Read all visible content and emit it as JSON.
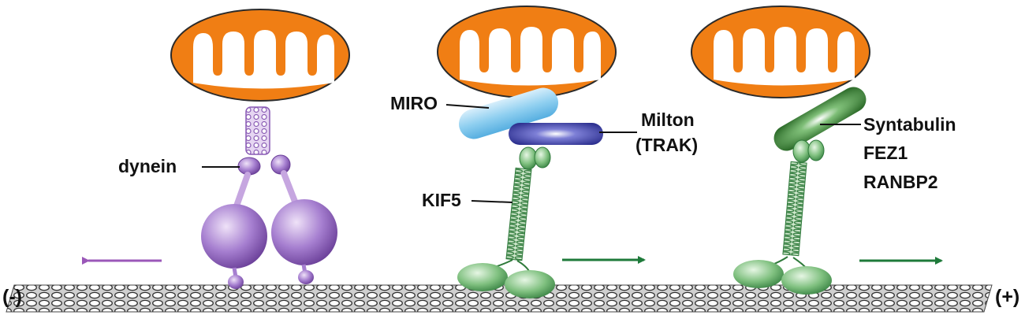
{
  "labels": {
    "dynein": "dynein",
    "miro": "MIRO",
    "milton": "Milton",
    "trak": "(TRAK)",
    "kif5": "KIF5",
    "syntabulin": "Syntabulin",
    "fez1": "FEZ1",
    "ranbp2": "RANBP2",
    "minus_end": "(-)",
    "plus_end": "(+)"
  },
  "colors": {
    "mitochondria_outer": "#f07e14",
    "mitochondria_inner": "#ffffff",
    "dynein": "#9a6cc6",
    "dynein_light": "#d7bde9",
    "kinesin": "#4c9f59",
    "kinesin_light": "#9ed6a0",
    "miro": "#7cc3ea",
    "milton": "#3b3fa6",
    "syntabulin": "#3f7f3a",
    "arrow_minus": "#9a57b8",
    "arrow_plus": "#1e7a3a",
    "microtubule": "#4a4a4a"
  },
  "directions": {
    "dynein_arrow": "minus-end",
    "kinesin_arrows": "plus-end"
  }
}
